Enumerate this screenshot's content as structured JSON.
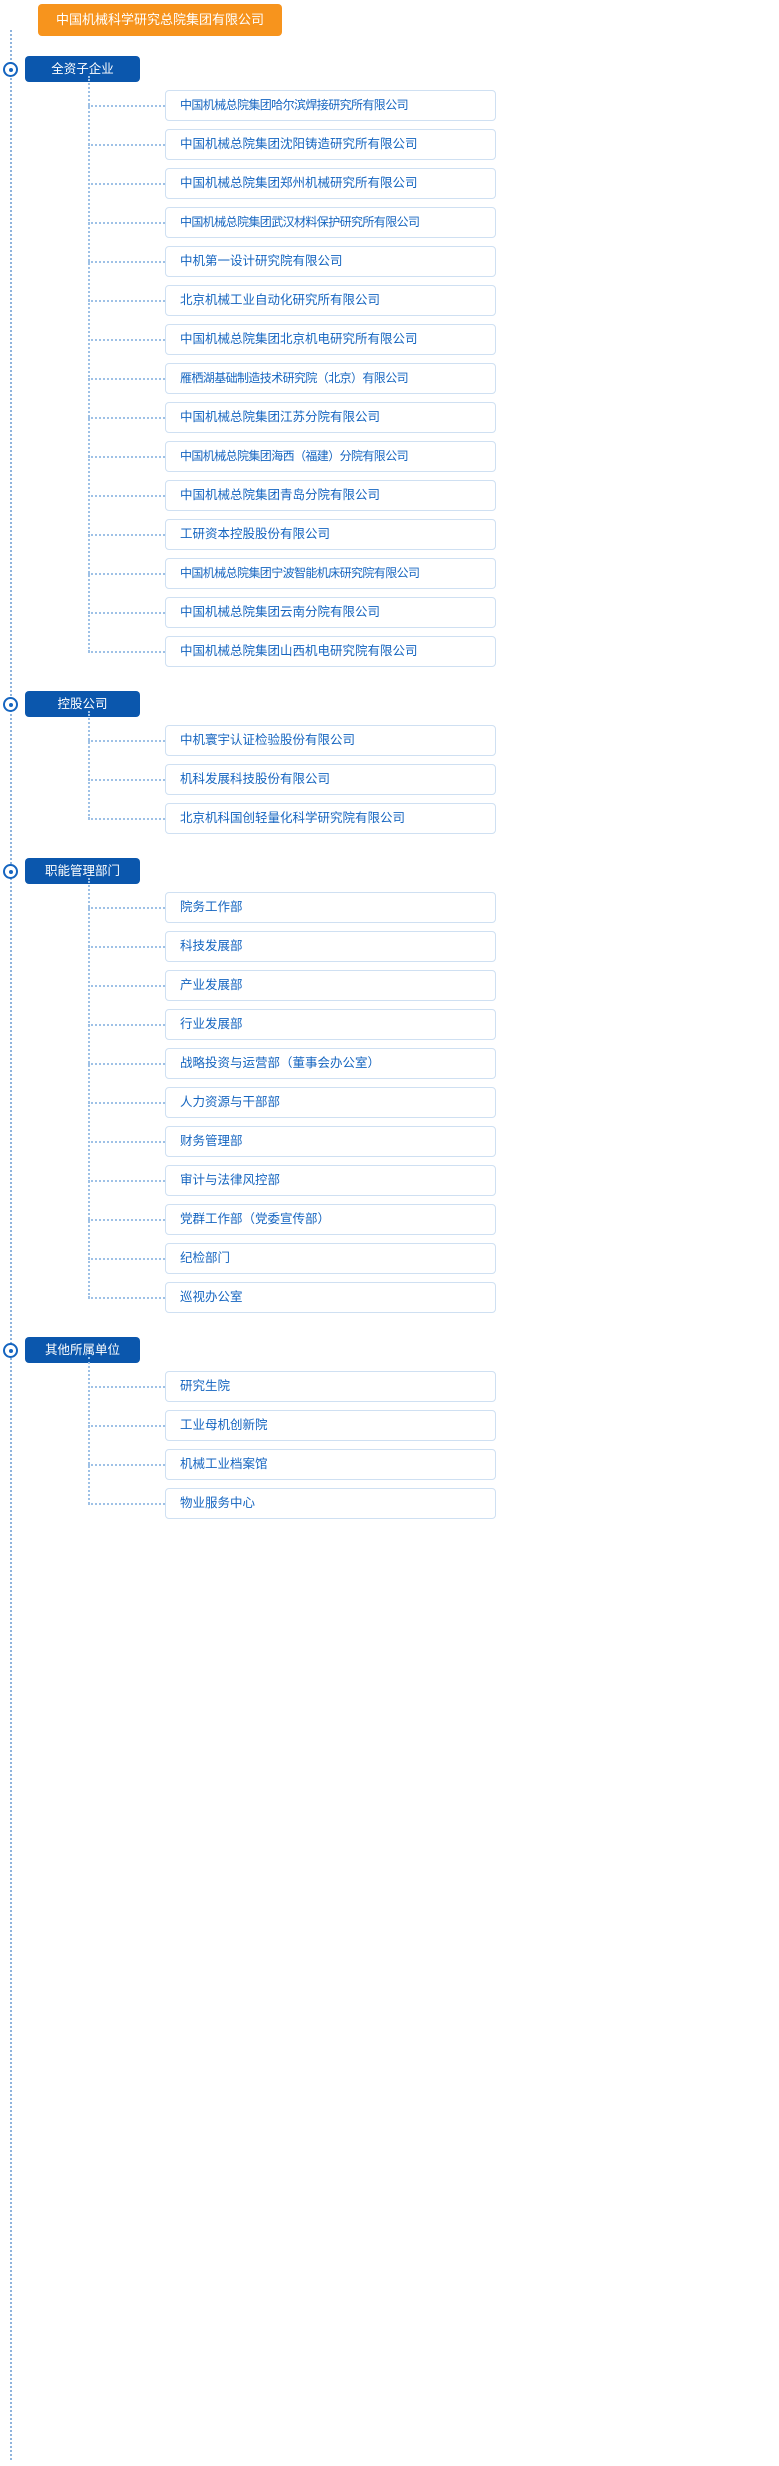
{
  "colors": {
    "root_bg": "#f7941d",
    "section_bg": "#0b57ad",
    "item_text": "#1565c0",
    "item_border": "#cfe0f2",
    "connector": "#9ec1e6",
    "spine": "#8fb4dd"
  },
  "root": {
    "label": "中国机械科学研究总院集团有限公司"
  },
  "sections": [
    {
      "title": "全资子企业",
      "items": [
        "中国机械总院集团哈尔滨焊接研究所有限公司",
        "中国机械总院集团沈阳铸造研究所有限公司",
        "中国机械总院集团郑州机械研究所有限公司",
        "中国机械总院集团武汉材料保护研究所有限公司",
        "中机第一设计研究院有限公司",
        "北京机械工业自动化研究所有限公司",
        "中国机械总院集团北京机电研究所有限公司",
        "雁栖湖基础制造技术研究院（北京）有限公司",
        "中国机械总院集团江苏分院有限公司",
        "中国机械总院集团海西（福建）分院有限公司",
        "中国机械总院集团青岛分院有限公司",
        "工研资本控股股份有限公司",
        "中国机械总院集团宁波智能机床研究院有限公司",
        "中国机械总院集团云南分院有限公司",
        "中国机械总院集团山西机电研究院有限公司"
      ]
    },
    {
      "title": "控股公司",
      "items": [
        "中机寰宇认证检验股份有限公司",
        "机科发展科技股份有限公司",
        "北京机科国创轻量化科学研究院有限公司"
      ]
    },
    {
      "title": "职能管理部门",
      "items": [
        "院务工作部",
        "科技发展部",
        "产业发展部",
        "行业发展部",
        "战略投资与运营部（董事会办公室）",
        "人力资源与干部部",
        "财务管理部",
        "审计与法律风控部",
        "党群工作部（党委宣传部）",
        "纪检部门",
        "巡视办公室"
      ]
    },
    {
      "title": "其他所属单位",
      "items": [
        "研究生院",
        "工业母机创新院",
        "机械工业档案馆",
        "物业服务中心"
      ]
    }
  ]
}
